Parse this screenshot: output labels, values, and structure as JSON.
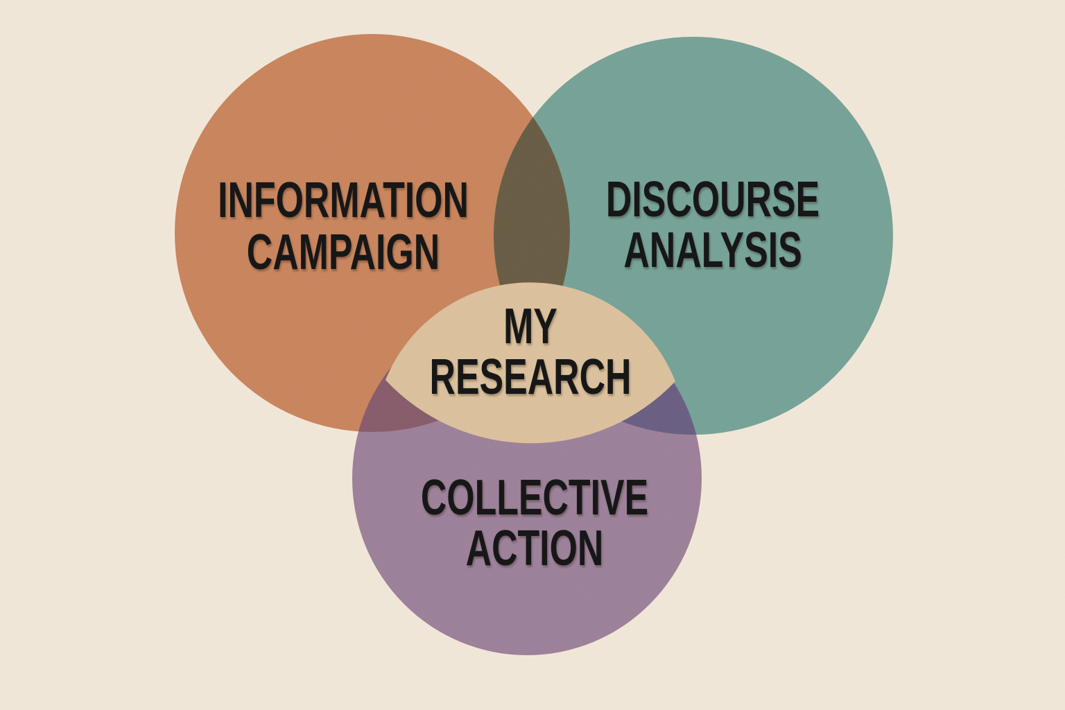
{
  "venn": {
    "background_color": "#f8eedf",
    "text_color": "#171717",
    "sets": [
      {
        "name": "information-campaign",
        "line1": "INFORMATION",
        "line2": "CAMPAIGN",
        "color": "#cf8a62"
      },
      {
        "name": "discourse-analysis",
        "line1": "DISCOURSE",
        "line2": "ANALYSIS",
        "color": "#7ba89d"
      },
      {
        "name": "collective-action",
        "line1": "COLLECTIVE",
        "line2": "ACTION",
        "color": "#a2869f"
      }
    ],
    "intersections": {
      "information_discourse": {
        "color": "#6d6248"
      },
      "information_collective": {
        "color": "#8d6070"
      },
      "discourse_collective": {
        "color": "#6f6488"
      },
      "center": {
        "line1": "MY",
        "line2": "RESEARCH",
        "color": "#e2c7a2"
      }
    }
  }
}
